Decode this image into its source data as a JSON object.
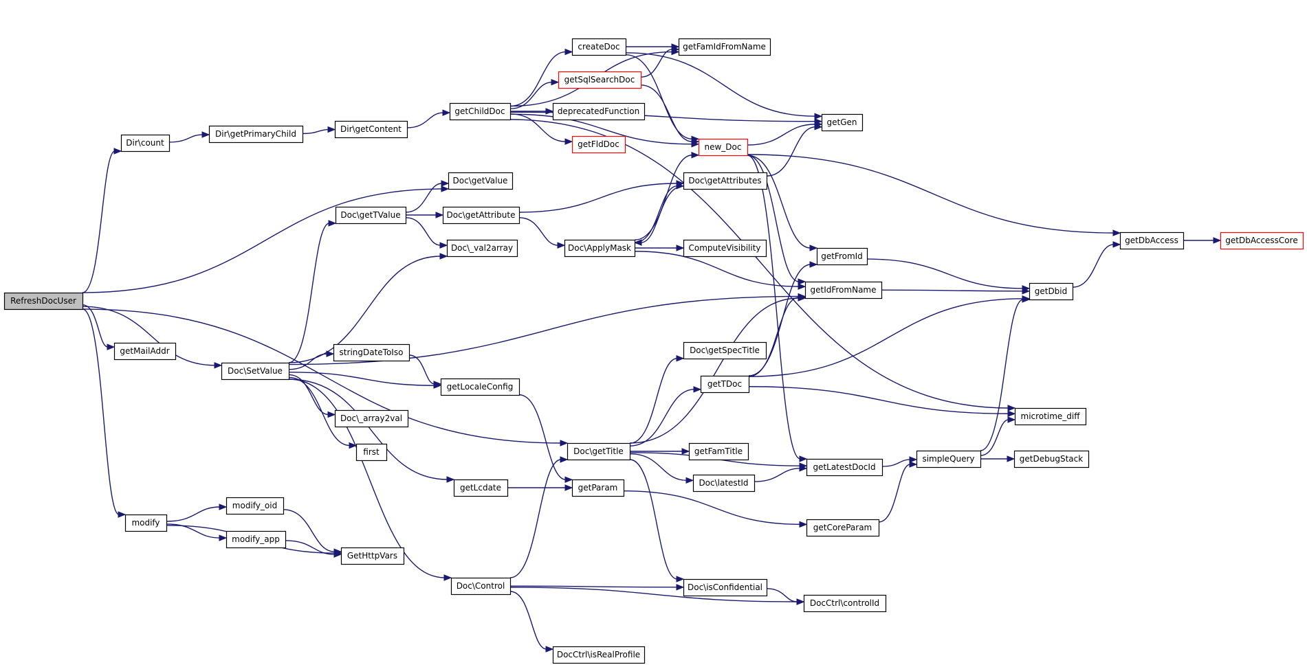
{
  "colors": {
    "edge": "#191970",
    "box_border": "#000000",
    "highlight_border": "#ff0000",
    "root_fill": "#bfbfbf"
  },
  "nodes": [
    {
      "id": "RefreshDocUser",
      "label": "RefreshDocUser",
      "style": "root"
    },
    {
      "id": "Dir_count",
      "label": "Dir\\count"
    },
    {
      "id": "Dir_getPrimaryChild",
      "label": "Dir\\getPrimaryChild"
    },
    {
      "id": "Dir_getContent",
      "label": "Dir\\getContent"
    },
    {
      "id": "getChildDoc",
      "label": "getChildDoc"
    },
    {
      "id": "createDoc",
      "label": "createDoc"
    },
    {
      "id": "getFamIdFromName",
      "label": "getFamIdFromName"
    },
    {
      "id": "getSqlSearchDoc",
      "label": "getSqlSearchDoc",
      "style": "red"
    },
    {
      "id": "deprecatedFunction",
      "label": "deprecatedFunction"
    },
    {
      "id": "getFldDoc",
      "label": "getFldDoc",
      "style": "red"
    },
    {
      "id": "getGen",
      "label": "getGen"
    },
    {
      "id": "new_Doc",
      "label": "new_Doc",
      "style": "red"
    },
    {
      "id": "Doc_getValue",
      "label": "Doc\\getValue"
    },
    {
      "id": "Doc_getAttributes",
      "label": "Doc\\getAttributes"
    },
    {
      "id": "Doc_getTValue",
      "label": "Doc\\getTValue"
    },
    {
      "id": "Doc_getAttribute",
      "label": "Doc\\getAttribute"
    },
    {
      "id": "Doc_val2array",
      "label": "Doc\\_val2array"
    },
    {
      "id": "Doc_ApplyMask",
      "label": "Doc\\ApplyMask"
    },
    {
      "id": "ComputeVisibility",
      "label": "ComputeVisibility"
    },
    {
      "id": "getFromId",
      "label": "getFromId"
    },
    {
      "id": "getDbAccess",
      "label": "getDbAccess"
    },
    {
      "id": "getDbAccessCore",
      "label": "getDbAccessCore",
      "style": "red"
    },
    {
      "id": "getDbid",
      "label": "getDbid"
    },
    {
      "id": "getIdFromName",
      "label": "getIdFromName"
    },
    {
      "id": "getMailAddr",
      "label": "getMailAddr"
    },
    {
      "id": "Doc_SetValue",
      "label": "Doc\\SetValue"
    },
    {
      "id": "stringDateToIso",
      "label": "stringDateToIso"
    },
    {
      "id": "getLocaleConfig",
      "label": "getLocaleConfig"
    },
    {
      "id": "Doc_array2val",
      "label": "Doc\\_array2val"
    },
    {
      "id": "first",
      "label": "first"
    },
    {
      "id": "Doc_getSpecTitle",
      "label": "Doc\\getSpecTitle"
    },
    {
      "id": "getTDoc",
      "label": "getTDoc"
    },
    {
      "id": "microtime_diff",
      "label": "microtime_diff"
    },
    {
      "id": "Doc_getTitle",
      "label": "Doc\\getTitle"
    },
    {
      "id": "getFamTitle",
      "label": "getFamTitle"
    },
    {
      "id": "Doc_latestId",
      "label": "Doc\\latestId"
    },
    {
      "id": "getLatestDocId",
      "label": "getLatestDocId"
    },
    {
      "id": "simpleQuery",
      "label": "simpleQuery"
    },
    {
      "id": "getDebugStack",
      "label": "getDebugStack"
    },
    {
      "id": "getLcdate",
      "label": "getLcdate"
    },
    {
      "id": "getParam",
      "label": "getParam"
    },
    {
      "id": "getCoreParam",
      "label": "getCoreParam"
    },
    {
      "id": "modify",
      "label": "modify"
    },
    {
      "id": "modify_oid",
      "label": "modify_oid"
    },
    {
      "id": "modify_app",
      "label": "modify_app"
    },
    {
      "id": "GetHttpVars",
      "label": "GetHttpVars"
    },
    {
      "id": "Doc_Control",
      "label": "Doc\\Control"
    },
    {
      "id": "Doc_isConfidential",
      "label": "Doc\\isConfidential"
    },
    {
      "id": "DocCtrl_controlId",
      "label": "DocCtrl\\controlId"
    },
    {
      "id": "DocCtrl_isRealProfile",
      "label": "DocCtrl\\isRealProfile"
    }
  ],
  "edges": [
    [
      "RefreshDocUser",
      "Dir_count"
    ],
    [
      "RefreshDocUser",
      "Doc_getValue"
    ],
    [
      "RefreshDocUser",
      "Doc_getTitle"
    ],
    [
      "RefreshDocUser",
      "getMailAddr"
    ],
    [
      "RefreshDocUser",
      "Doc_SetValue"
    ],
    [
      "RefreshDocUser",
      "modify"
    ],
    [
      "Dir_count",
      "Dir_getPrimaryChild"
    ],
    [
      "Dir_getPrimaryChild",
      "Dir_getContent"
    ],
    [
      "Dir_getContent",
      "getChildDoc"
    ],
    [
      "getChildDoc",
      "createDoc"
    ],
    [
      "getChildDoc",
      "getFamIdFromName"
    ],
    [
      "getChildDoc",
      "getSqlSearchDoc"
    ],
    [
      "getChildDoc",
      "deprecatedFunction"
    ],
    [
      "getChildDoc",
      "getFldDoc"
    ],
    [
      "getChildDoc",
      "getGen"
    ],
    [
      "getChildDoc",
      "new_Doc"
    ],
    [
      "getChildDoc",
      "microtime_diff"
    ],
    [
      "createDoc",
      "getFamIdFromName"
    ],
    [
      "createDoc",
      "getGen"
    ],
    [
      "createDoc",
      "new_Doc"
    ],
    [
      "getSqlSearchDoc",
      "getFamIdFromName"
    ],
    [
      "getSqlSearchDoc",
      "new_Doc"
    ],
    [
      "new_Doc",
      "getGen"
    ],
    [
      "new_Doc",
      "getDbAccess"
    ],
    [
      "new_Doc",
      "getFromId"
    ],
    [
      "new_Doc",
      "getIdFromName"
    ],
    [
      "new_Doc",
      "getLatestDocId"
    ],
    [
      "Doc_getAttributes",
      "getGen"
    ],
    [
      "Doc_getAttributes",
      "Doc_ApplyMask"
    ],
    [
      "Doc_getTValue",
      "Doc_getValue"
    ],
    [
      "Doc_getTValue",
      "Doc_getAttribute"
    ],
    [
      "Doc_getTValue",
      "Doc_val2array"
    ],
    [
      "Doc_getAttribute",
      "Doc_getAttributes"
    ],
    [
      "Doc_getAttribute",
      "Doc_ApplyMask"
    ],
    [
      "Doc_ApplyMask",
      "new_Doc"
    ],
    [
      "Doc_ApplyMask",
      "Doc_getAttributes"
    ],
    [
      "Doc_ApplyMask",
      "ComputeVisibility"
    ],
    [
      "Doc_ApplyMask",
      "getIdFromName"
    ],
    [
      "getDbAccess",
      "getDbAccessCore"
    ],
    [
      "getFromId",
      "getDbid"
    ],
    [
      "getIdFromName",
      "getDbid"
    ],
    [
      "getDbid",
      "getDbAccess"
    ],
    [
      "Doc_SetValue",
      "Doc_getTValue"
    ],
    [
      "Doc_SetValue",
      "Doc_val2array"
    ],
    [
      "Doc_SetValue",
      "getIdFromName"
    ],
    [
      "Doc_SetValue",
      "stringDateToIso"
    ],
    [
      "Doc_SetValue",
      "getLocaleConfig"
    ],
    [
      "Doc_SetValue",
      "Doc_array2val"
    ],
    [
      "Doc_SetValue",
      "first"
    ],
    [
      "Doc_SetValue",
      "getLcdate"
    ],
    [
      "Doc_SetValue",
      "Doc_Control"
    ],
    [
      "stringDateToIso",
      "getLocaleConfig"
    ],
    [
      "getLocaleConfig",
      "getParam"
    ],
    [
      "getTDoc",
      "getFromId"
    ],
    [
      "getTDoc",
      "getIdFromName"
    ],
    [
      "getTDoc",
      "getDbid"
    ],
    [
      "getTDoc",
      "microtime_diff"
    ],
    [
      "Doc_getTitle",
      "getIdFromName"
    ],
    [
      "Doc_getTitle",
      "Doc_getSpecTitle"
    ],
    [
      "Doc_getTitle",
      "getTDoc"
    ],
    [
      "Doc_getTitle",
      "getFamTitle"
    ],
    [
      "Doc_getTitle",
      "Doc_latestId"
    ],
    [
      "Doc_getTitle",
      "getLatestDocId"
    ],
    [
      "Doc_getTitle",
      "Doc_isConfidential"
    ],
    [
      "Doc_latestId",
      "getLatestDocId"
    ],
    [
      "getLatestDocId",
      "simpleQuery"
    ],
    [
      "simpleQuery",
      "getDbid"
    ],
    [
      "simpleQuery",
      "microtime_diff"
    ],
    [
      "simpleQuery",
      "getDebugStack"
    ],
    [
      "getLcdate",
      "getParam"
    ],
    [
      "getParam",
      "getCoreParam"
    ],
    [
      "getCoreParam",
      "simpleQuery"
    ],
    [
      "modify",
      "modify_oid"
    ],
    [
      "modify",
      "modify_app"
    ],
    [
      "modify",
      "GetHttpVars"
    ],
    [
      "modify_oid",
      "GetHttpVars"
    ],
    [
      "modify_app",
      "GetHttpVars"
    ],
    [
      "Doc_Control",
      "Doc_getTitle"
    ],
    [
      "Doc_Control",
      "Doc_isConfidential"
    ],
    [
      "Doc_Control",
      "DocCtrl_controlId"
    ],
    [
      "Doc_Control",
      "DocCtrl_isRealProfile"
    ],
    [
      "Doc_isConfidential",
      "DocCtrl_controlId"
    ]
  ]
}
